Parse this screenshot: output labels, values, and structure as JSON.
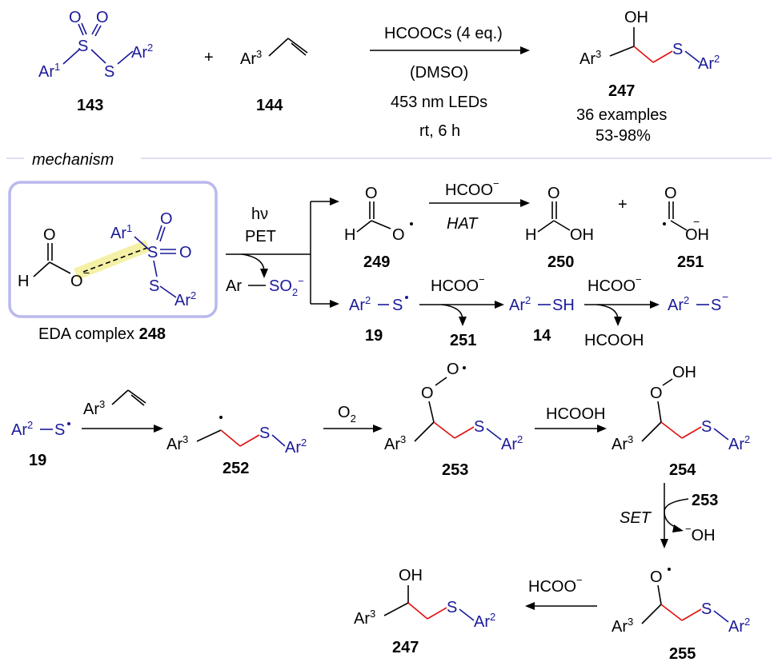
{
  "colors": {
    "blue": "#1a1a99",
    "red": "#e01010",
    "box": "#b9b9ee",
    "highlight": "#f4f1a6",
    "rule": "#c9c9ee"
  },
  "top": {
    "cmpd143": "143",
    "cmpd144": "144",
    "plus": "+",
    "reagent": "HCOOCs (4 eq.)",
    "solvent": "(DMSO)",
    "light": "453 nm LEDs",
    "conditions": "rt, 6 h",
    "cmpd247": "247",
    "examples": "36 examples",
    "yield": "53-98%"
  },
  "section": {
    "mechanism": "mechanism"
  },
  "labels": {
    "hv": "hν",
    "pet": "PET",
    "eda_complex": "EDA complex",
    "eda_num": "248",
    "c249": "249",
    "c250": "250",
    "c251": "251",
    "c19": "19",
    "c251b": "251",
    "c14": "14",
    "c19b": "19",
    "c252": "252",
    "c253": "253",
    "c254": "254",
    "c253b": "253",
    "c255": "255",
    "c247": "247"
  },
  "reagents": {
    "hcoo1": "HCOO",
    "hat": "HAT",
    "hcoo2": "HCOO",
    "hcoo3": "HCOO",
    "hcooh1": "HCOOH",
    "o2": "O",
    "hcooh2": "HCOOH",
    "set": "SET",
    "hcoo4": "HCOO",
    "oh_leaving": "OH"
  }
}
